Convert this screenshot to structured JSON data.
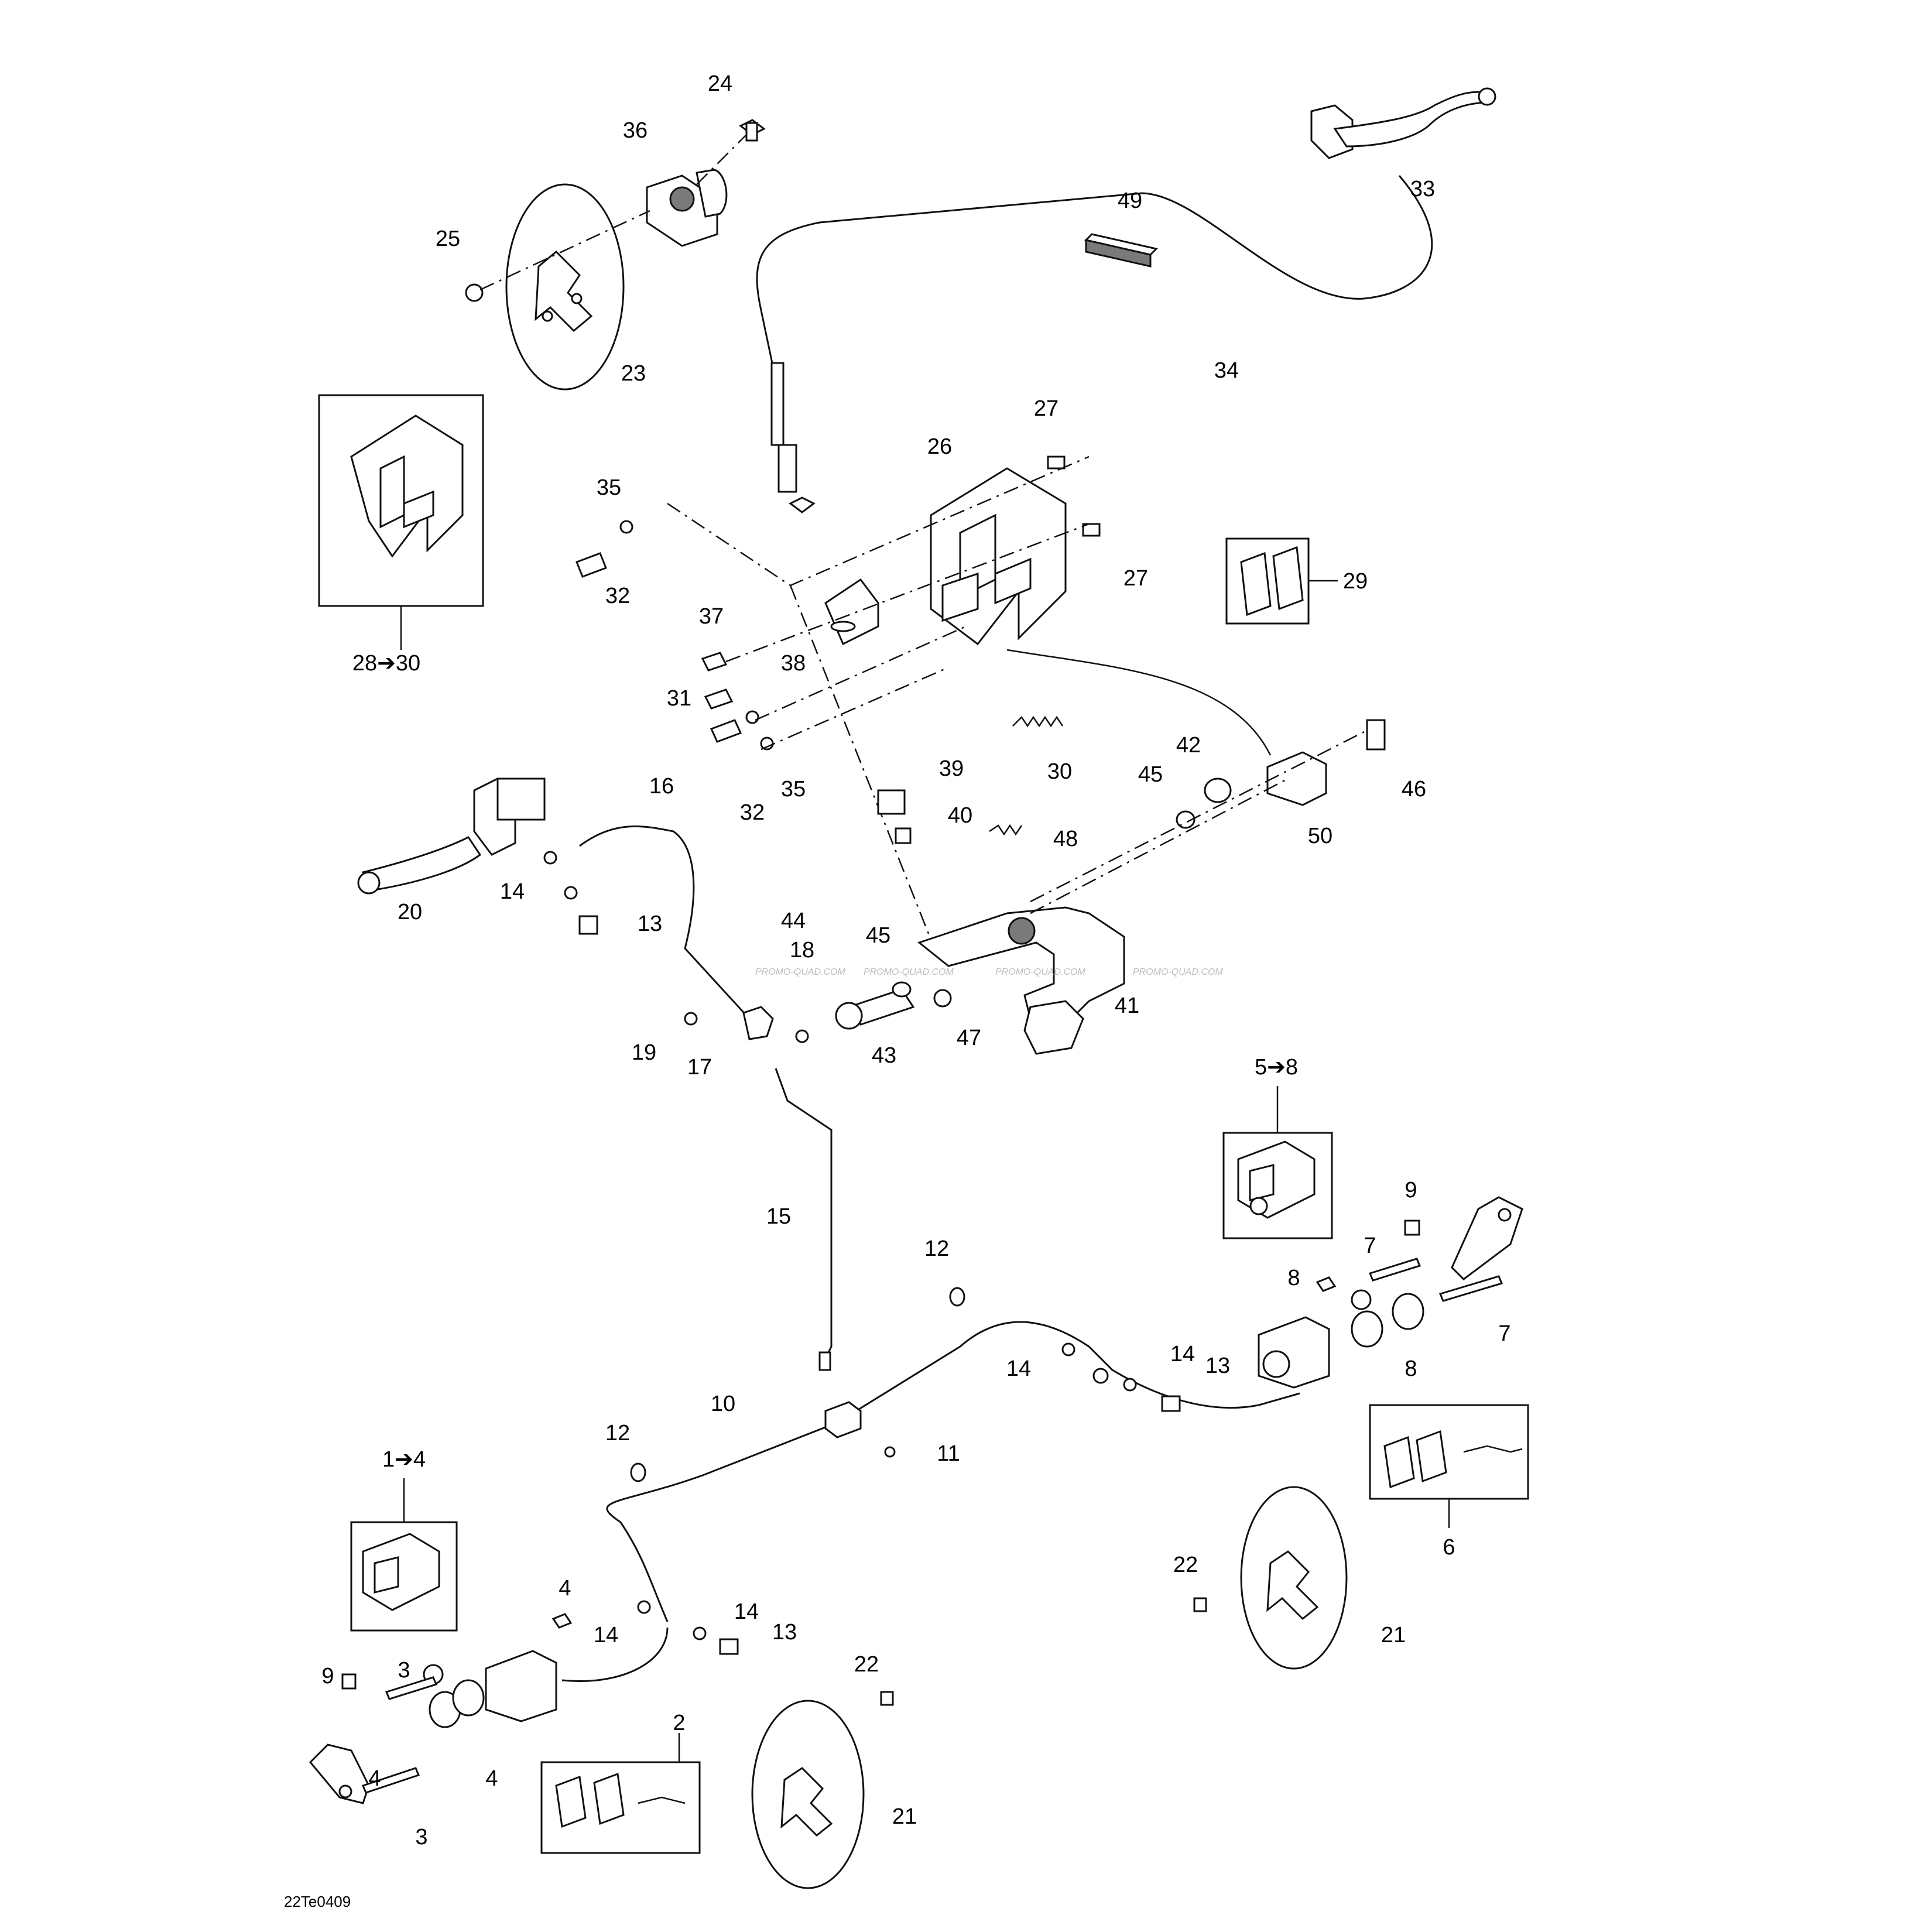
{
  "diagram": {
    "reference_code": "22Te0409",
    "watermark": "PROMO-QUAD.COM",
    "callouts": [
      {
        "id": "c24",
        "text": "24"
      },
      {
        "id": "c36",
        "text": "36"
      },
      {
        "id": "c25",
        "text": "25"
      },
      {
        "id": "c23",
        "text": "23"
      },
      {
        "id": "c49",
        "text": "49"
      },
      {
        "id": "c33",
        "text": "33"
      },
      {
        "id": "c34",
        "text": "34"
      },
      {
        "id": "c27a",
        "text": "27"
      },
      {
        "id": "c26",
        "text": "26"
      },
      {
        "id": "c35a",
        "text": "35"
      },
      {
        "id": "c32a",
        "text": "32"
      },
      {
        "id": "c27b",
        "text": "27"
      },
      {
        "id": "c29",
        "text": "29"
      },
      {
        "id": "c2830",
        "text": "28➔30"
      },
      {
        "id": "c37",
        "text": "37"
      },
      {
        "id": "c38",
        "text": "38"
      },
      {
        "id": "c31",
        "text": "31"
      },
      {
        "id": "c30",
        "text": "30"
      },
      {
        "id": "c42",
        "text": "42"
      },
      {
        "id": "c45a",
        "text": "45"
      },
      {
        "id": "c46",
        "text": "46"
      },
      {
        "id": "c32b",
        "text": "32"
      },
      {
        "id": "c35b",
        "text": "35"
      },
      {
        "id": "c39",
        "text": "39"
      },
      {
        "id": "c16",
        "text": "16"
      },
      {
        "id": "c40",
        "text": "40"
      },
      {
        "id": "c48",
        "text": "48"
      },
      {
        "id": "c50",
        "text": "50"
      },
      {
        "id": "c20",
        "text": "20"
      },
      {
        "id": "c14a",
        "text": "14"
      },
      {
        "id": "c13a",
        "text": "13"
      },
      {
        "id": "c44",
        "text": "44"
      },
      {
        "id": "c45b",
        "text": "45"
      },
      {
        "id": "c18",
        "text": "18"
      },
      {
        "id": "c41",
        "text": "41"
      },
      {
        "id": "c19",
        "text": "19"
      },
      {
        "id": "c43",
        "text": "43"
      },
      {
        "id": "c47",
        "text": "47"
      },
      {
        "id": "c17",
        "text": "17"
      },
      {
        "id": "c58",
        "text": "5➔8"
      },
      {
        "id": "c9a",
        "text": "9"
      },
      {
        "id": "c15",
        "text": "15"
      },
      {
        "id": "c12a",
        "text": "12"
      },
      {
        "id": "c7a",
        "text": "7"
      },
      {
        "id": "c8a",
        "text": "8"
      },
      {
        "id": "c7b",
        "text": "7"
      },
      {
        "id": "c14b",
        "text": "14"
      },
      {
        "id": "c13b",
        "text": "13"
      },
      {
        "id": "c14c",
        "text": "14"
      },
      {
        "id": "c8b",
        "text": "8"
      },
      {
        "id": "c10",
        "text": "10"
      },
      {
        "id": "c11",
        "text": "11"
      },
      {
        "id": "c12b",
        "text": "12"
      },
      {
        "id": "c6",
        "text": "6"
      },
      {
        "id": "c14",
        "text": "1➔4"
      },
      {
        "id": "c22a",
        "text": "22"
      },
      {
        "id": "c21a",
        "text": "21"
      },
      {
        "id": "c4a",
        "text": "4"
      },
      {
        "id": "c14d",
        "text": "14"
      },
      {
        "id": "c14e",
        "text": "14"
      },
      {
        "id": "c13c",
        "text": "13"
      },
      {
        "id": "c22b",
        "text": "22"
      },
      {
        "id": "c9b",
        "text": "9"
      },
      {
        "id": "c3a",
        "text": "3"
      },
      {
        "id": "c2",
        "text": "2"
      },
      {
        "id": "c4b",
        "text": "4"
      },
      {
        "id": "c4c",
        "text": "4"
      },
      {
        "id": "c3b",
        "text": "3"
      },
      {
        "id": "c21b",
        "text": "21"
      }
    ]
  }
}
